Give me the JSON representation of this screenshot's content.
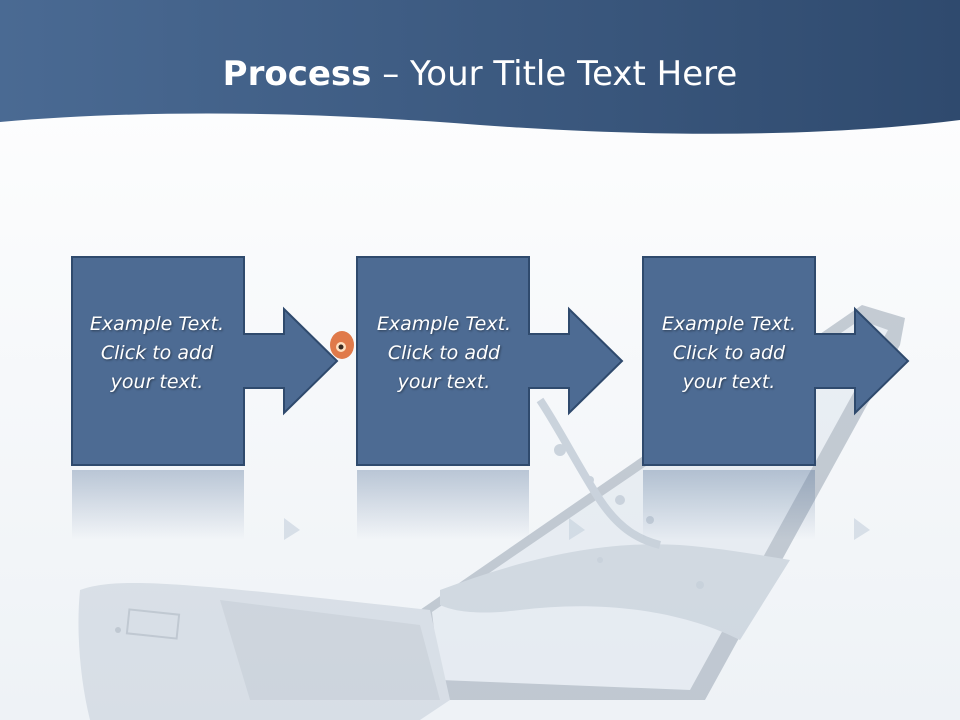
{
  "slide": {
    "title_bold": "Process",
    "title_separator": " – ",
    "title_rest": "Your Title Text Here"
  },
  "steps": [
    {
      "lines": [
        "Example Text.",
        "Click  to add",
        "your text."
      ]
    },
    {
      "lines": [
        "Example Text.",
        "Click  to add",
        "your text."
      ]
    },
    {
      "lines": [
        "Example Text.",
        "Click  to add",
        "your text."
      ]
    }
  ],
  "colors": {
    "header": "#3d5a7f",
    "box_fill": "#4d6b93",
    "box_border": "#2f4a6d",
    "background": "#f4f6f9"
  }
}
